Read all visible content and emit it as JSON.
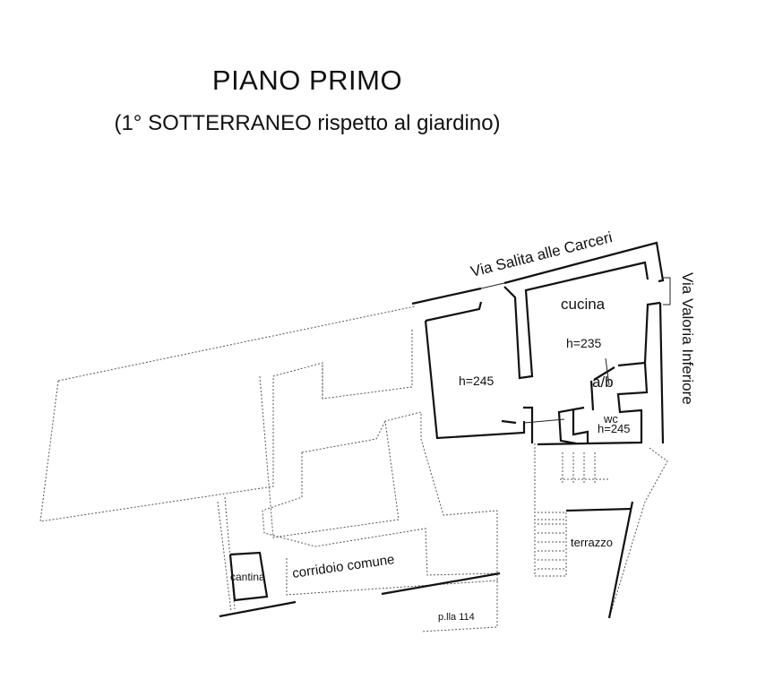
{
  "header": {
    "title": "PIANO PRIMO",
    "subtitle": "(1° SOTTERRANEO rispetto al giardino)"
  },
  "plan": {
    "streets": {
      "north": "Via Salita alle Carceri",
      "east": "Via Valoria Inferiore"
    },
    "rooms": {
      "cucina": "cucina",
      "cucina_height": "h=235",
      "room_left_height": "h=245",
      "ab": "a/b",
      "wc": "wc",
      "wc_height": "h=245",
      "terrazzo": "terrazzo",
      "corridoio": "corridoio comune",
      "cantina": "cantina"
    },
    "parcel": "p.lla 114"
  }
}
